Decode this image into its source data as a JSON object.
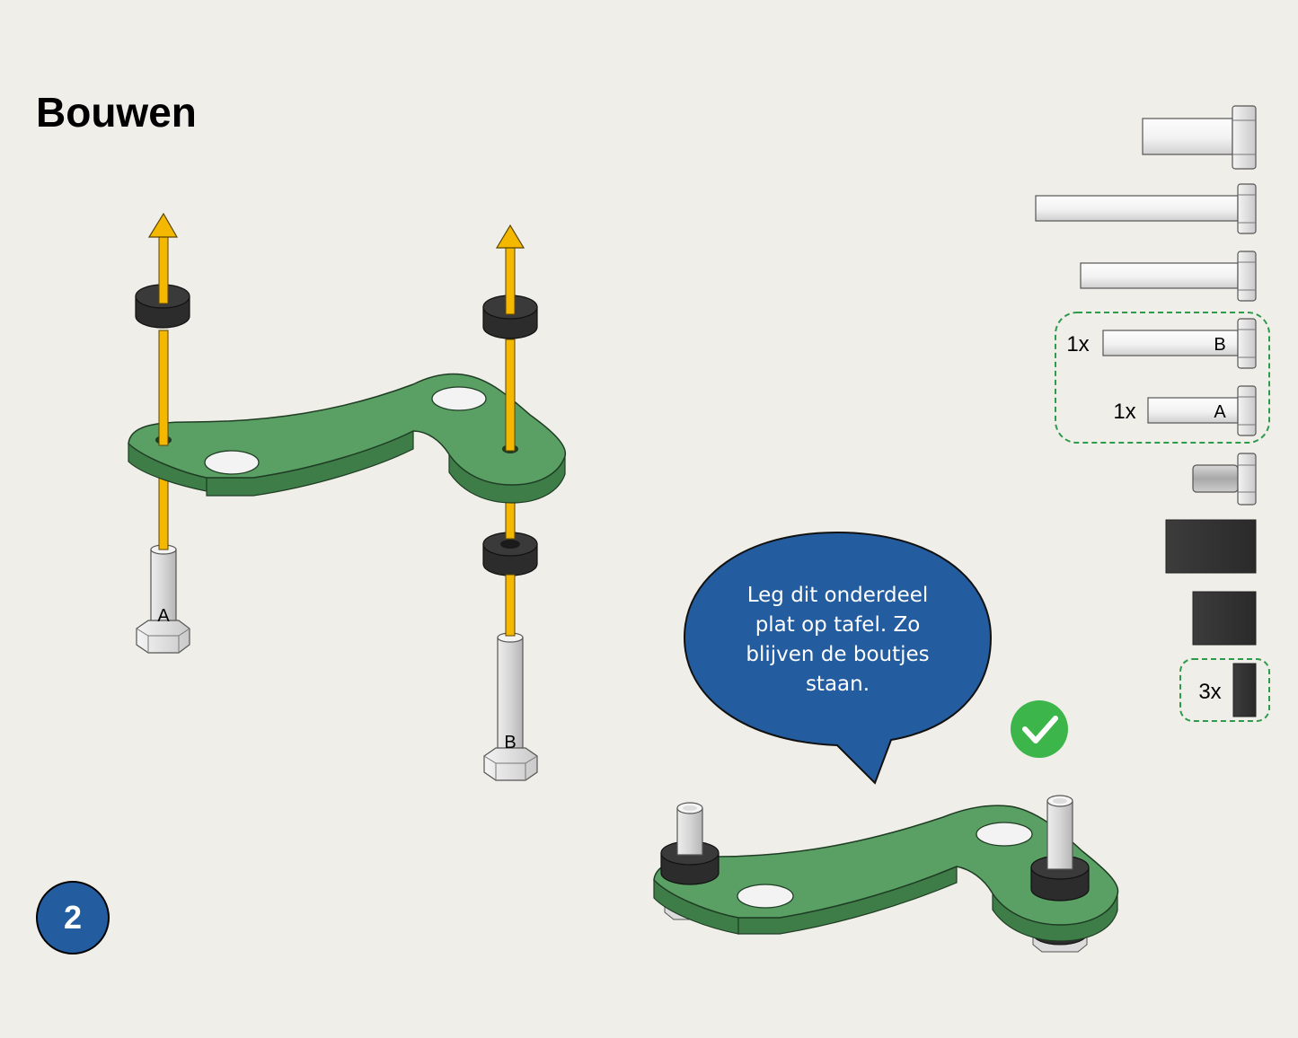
{
  "header": {
    "title": "Bouwen"
  },
  "step": {
    "number": "2"
  },
  "callout": {
    "text": "Leg dit onderdeel plat op tafel. Zo blijven de boutjes staan."
  },
  "parts": {
    "bolt_b": {
      "qty": "1x",
      "label": "B"
    },
    "bolt_a": {
      "qty": "1x",
      "label": "A"
    },
    "spacers": {
      "qty": "3x"
    }
  },
  "assembly": {
    "bolt_a_label": "A",
    "bolt_b_label": "B"
  },
  "colors": {
    "background": "#f0eee8",
    "plate_green": "#5aa064",
    "arrow_yellow": "#f5b800",
    "badge_blue": "#235da0",
    "check_green": "#3cb54a",
    "highlight_dash": "#2e9a4c"
  }
}
